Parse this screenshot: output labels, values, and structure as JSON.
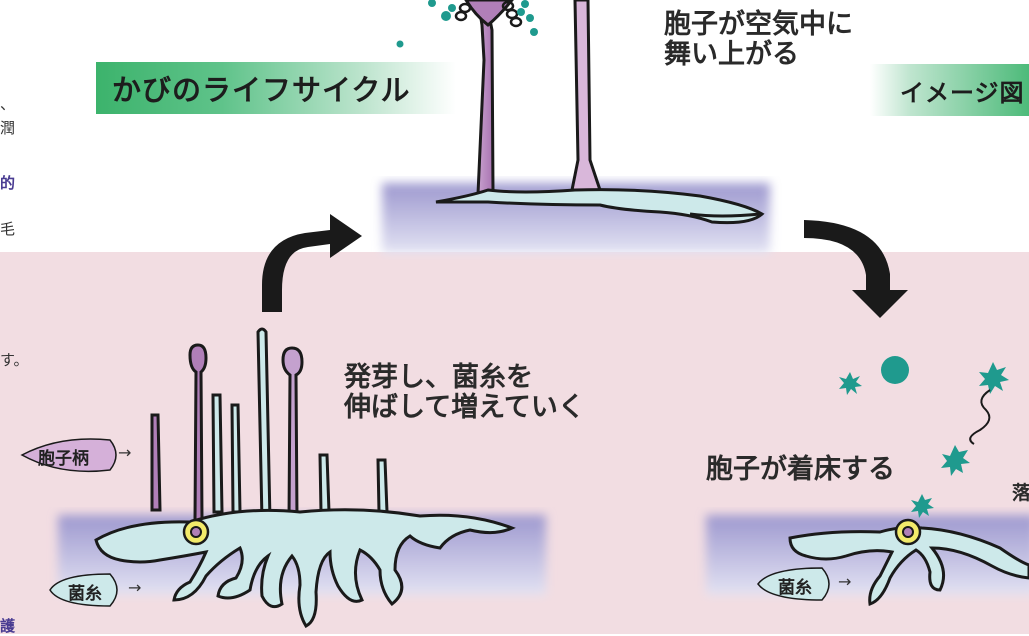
{
  "titles": {
    "lifecycle": "かびのライフサイクル",
    "image_partial": "イメージ図"
  },
  "captions": {
    "spore_rise_line1": "胞子が空気中に",
    "spore_rise_line2": "舞い上がる",
    "germinate_line1": "発芽し、菌糸を",
    "germinate_line2": "伸ばして増えていく",
    "spore_land": "胞子が着床する",
    "fall_partial": "落"
  },
  "labels": {
    "sporangiophore": "胞子柄",
    "hypha_left": "菌糸",
    "hypha_right": "菌糸",
    "arrow": "→"
  },
  "left_edge_text": [
    "、",
    "潤",
    "的",
    "毛",
    "す。",
    "護"
  ],
  "colors": {
    "banner_green": "#3cb36c",
    "pink_background": "#f2dde2",
    "hypha_fill": "#cde9ea",
    "stalk_purple": "#b07fb8",
    "spore_teal": "#1f9a8e",
    "substrate_lavender": "#a7a3d3",
    "arrow_black": "#1a1a1a"
  }
}
